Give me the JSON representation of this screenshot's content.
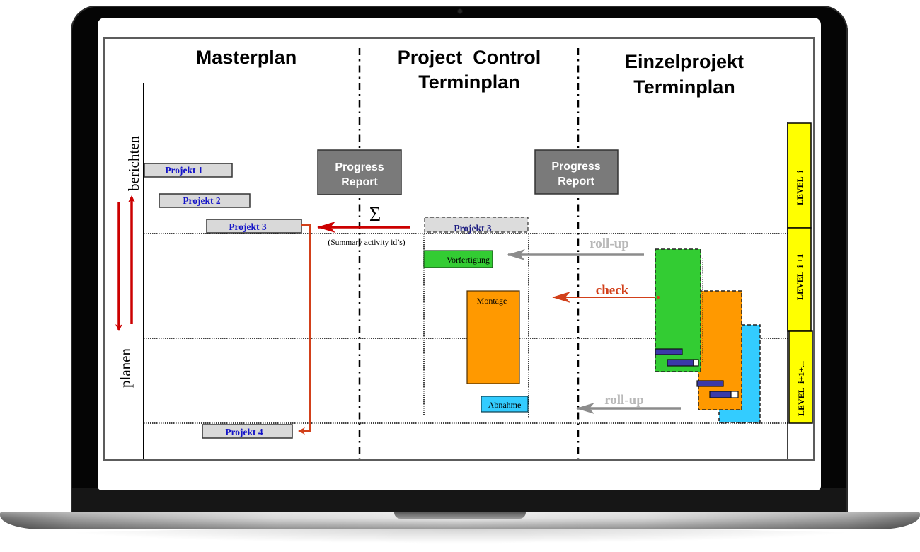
{
  "device": {
    "type": "laptop",
    "colors": {
      "bezel": "#050505",
      "base": "#d9d9d9"
    }
  },
  "diagram": {
    "columns": [
      {
        "title_line1": "Masterplan",
        "title_line2": ""
      },
      {
        "title_line1": "Project  Control",
        "title_line2": "Terminplan"
      },
      {
        "title_line1": "Einzelprojekt",
        "title_line2": "Terminplan"
      }
    ],
    "side_labels": {
      "up": "berichten",
      "down": "planen"
    },
    "masterplan_projects": [
      "Projekt 1",
      "Projekt 2",
      "Projekt 3",
      "Projekt 4"
    ],
    "progress_reports": [
      {
        "line1": "Progress",
        "line2": "Report"
      },
      {
        "line1": "Progress",
        "line2": "Report"
      }
    ],
    "sigma": "Σ",
    "summary_note": "(Summary activity id’s)",
    "control_summary": "Projekt 3",
    "activities": [
      {
        "label": "Vorfertigung",
        "color": "#33cc33"
      },
      {
        "label": "Montage",
        "color": "#ff9900"
      },
      {
        "label": "Abnahme",
        "color": "#33ccff"
      }
    ],
    "arrows": {
      "rollup_top": "roll-up",
      "check": "check",
      "rollup_bottom": "roll-up"
    },
    "levels": [
      "LEVEL  i",
      "LEVEL  i +1",
      "LEVEL  i+1+..."
    ],
    "colors": {
      "arrow_red": "#cc0000",
      "arrow_orange": "#d2401a",
      "arrow_gray": "#8c8c8c",
      "level_yellow": "#ffff00",
      "report_gray": "#7a7a7a",
      "bar_gray": "#d9d9d9",
      "text_blue": "#1414c8",
      "task_blue": "#3a3aa8"
    }
  }
}
